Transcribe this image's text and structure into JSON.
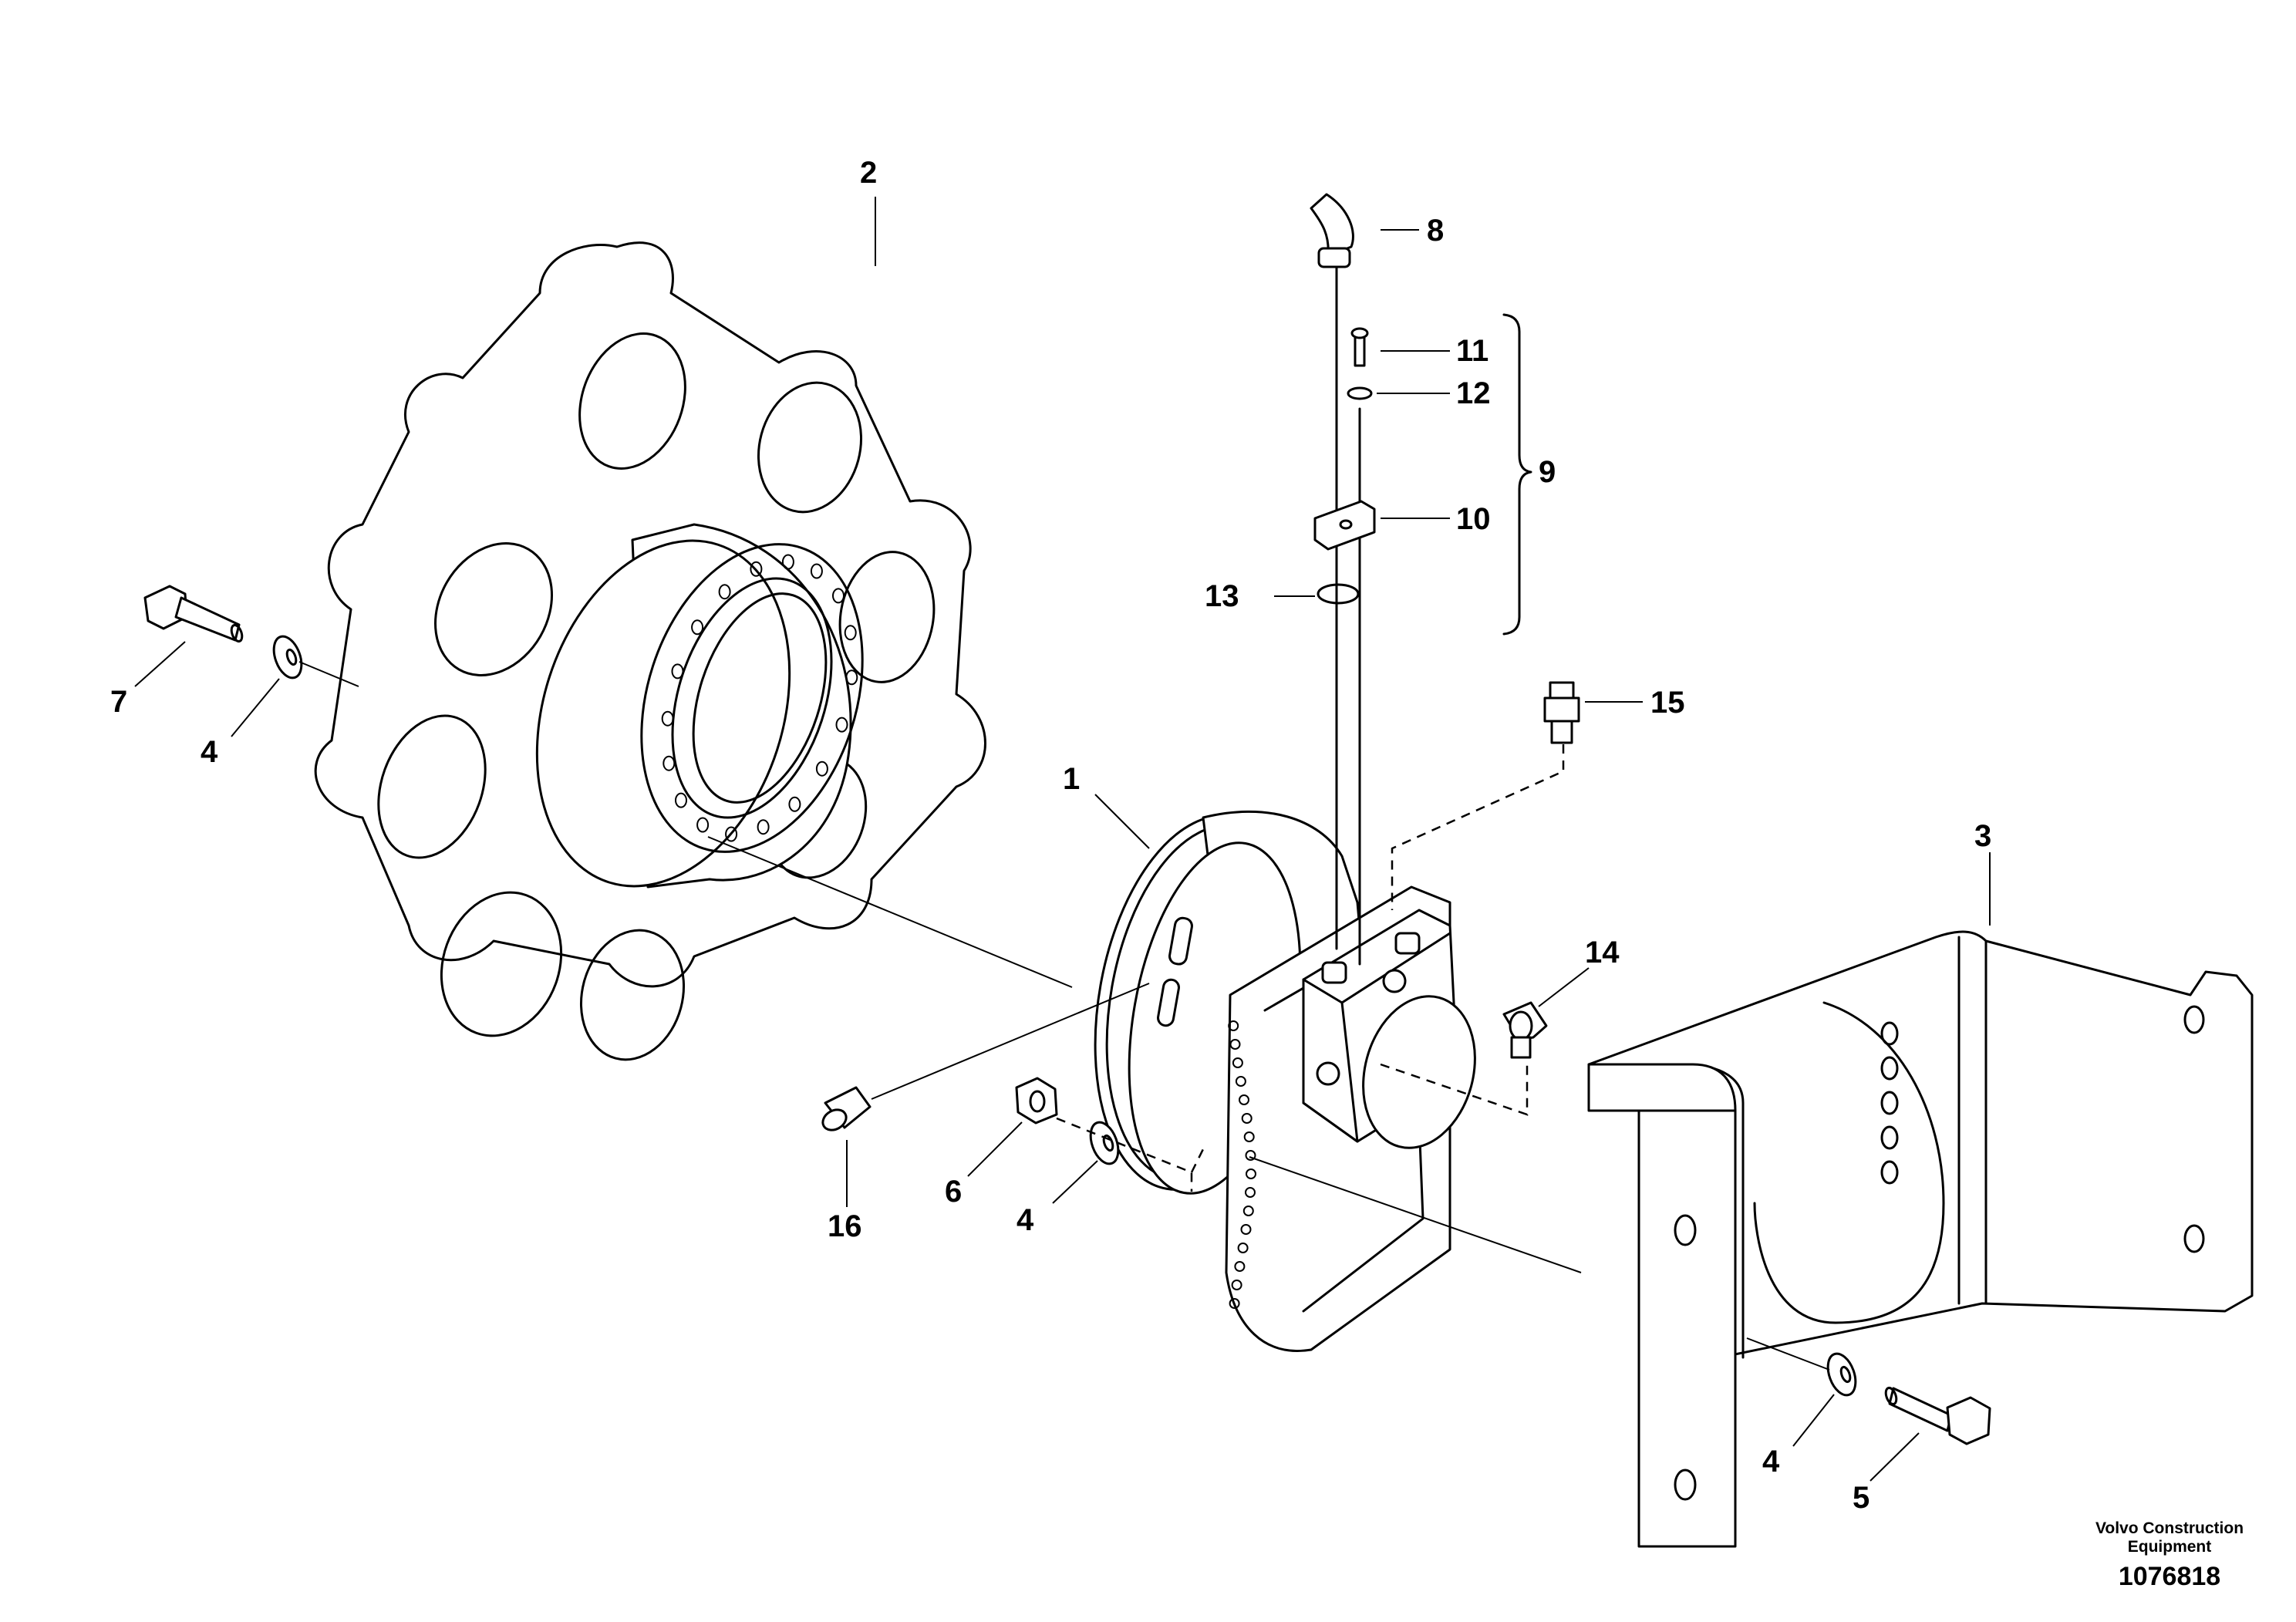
{
  "callouts": {
    "c1": "1",
    "c2": "2",
    "c3": "3",
    "c4a": "4",
    "c4b": "4",
    "c4c": "4",
    "c5": "5",
    "c6": "6",
    "c7": "7",
    "c8": "8",
    "c9": "9",
    "c10": "10",
    "c11": "11",
    "c12": "12",
    "c13": "13",
    "c14": "14",
    "c15": "15",
    "c16": "16"
  },
  "brand": {
    "line1": "Volvo Construction",
    "line2": "Equipment"
  },
  "document_number": "1076818"
}
